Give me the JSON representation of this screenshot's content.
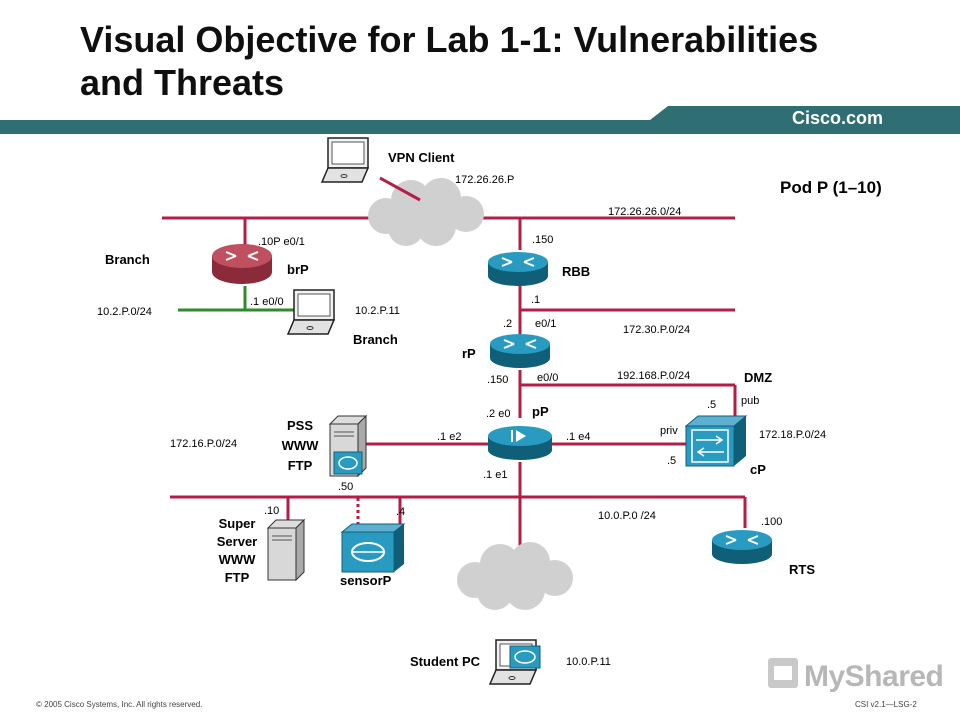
{
  "slide": {
    "title_line1": "Visual Objective for Lab 1-1: Vulnerabilities",
    "title_line2": "and Threats",
    "brand_banner": "Cisco.com",
    "pod_label": "Pod P (1–10)",
    "footer_left": "© 2005 Cisco Systems, Inc. All rights reserved.",
    "footer_right": "CSI v2.1—LSG-2",
    "watermark": "MyShared"
  },
  "colors": {
    "band": "#2f6f73",
    "link": "#b41e46",
    "branch_link": "#2e8b2e",
    "router": "#1e86a6",
    "branch_router": "#c05060",
    "cloud": "#cfcfcf",
    "dots": "#b41e46"
  },
  "labels": {
    "vpn_client": "VPN Client",
    "vpn_ip": "172.26.26.P",
    "net_172_26": "172.26.26.0/24",
    "branch_ip_e01": ".10P e0/1",
    "branch": "Branch",
    "brp": "brP",
    "rbb_150": ".150",
    "rbb": "RBB",
    "branch_e00": ".1 e0/0",
    "branch_pc_ip": "10.2.P.11",
    "net_10_2": "10.2.P.0/24",
    "rbb_dot1": ".1",
    "rp_dot2": ".2",
    "rp_e01": "e0/1",
    "net_172_30": "172.30.P.0/24",
    "branch_pc": "Branch",
    "rp": "rP",
    "rp_150": ".150",
    "rp_e00": "e0/0",
    "net_192": "192.168.P.0/24",
    "dmz": "DMZ",
    "pix_e0": ".2 e0",
    "pp": "pP",
    "cp_dot5_top": ".5",
    "pub": "pub",
    "pss": "PSS",
    "pss_www": "WWW",
    "pss_ftp": "FTP",
    "net_172_16": "172.16.P.0/24",
    "pix_e2": ".1 e2",
    "pix_e4": ".1 e4",
    "priv": "priv",
    "net_172_18": "172.18.P.0/24",
    "cp_dot5_bot": ".5",
    "cp": "cP",
    "pss_50": ".50",
    "pix_e1": ".1 e1",
    "srv_10": ".10",
    "sensor_4": ".4",
    "net_10_0": "10.0.P.0 /24",
    "rts_100": ".100",
    "super": "Super",
    "server": "Server",
    "srv_www": "WWW",
    "srv_ftp": "FTP",
    "sensor": "sensorP",
    "rts": "RTS",
    "student_pc": "Student PC",
    "student_ip": "10.0.P.11"
  }
}
